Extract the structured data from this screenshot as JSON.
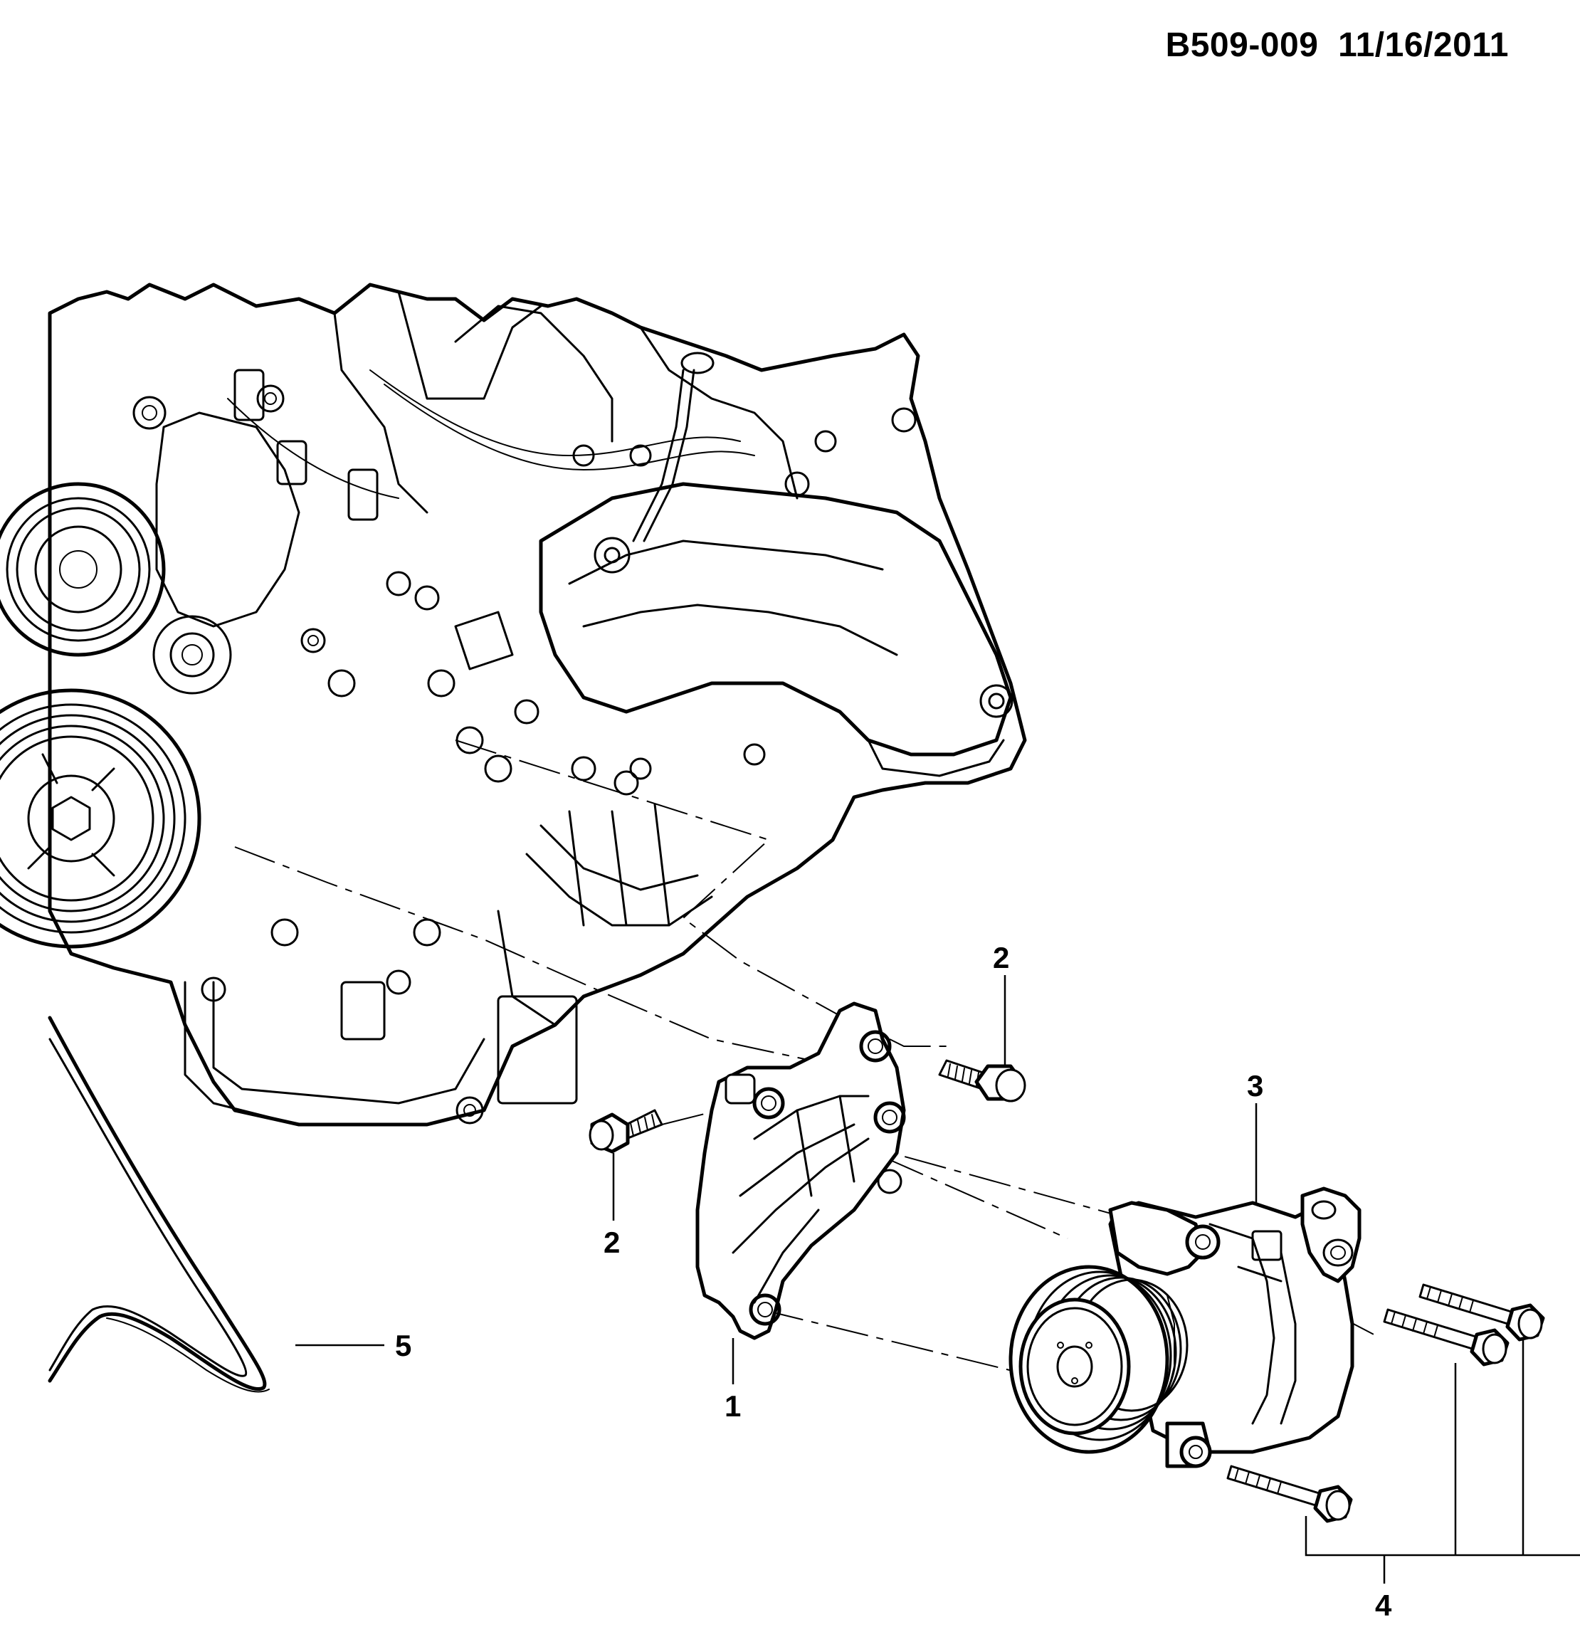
{
  "header": {
    "code": "B509-009",
    "date": "11/16/2011"
  },
  "callouts": {
    "bracket": "1",
    "bracket_bolt_upper": "2",
    "bracket_bolt_lower": "2",
    "compressor": "3",
    "compressor_bolts": "4",
    "drive_belt": "5"
  }
}
